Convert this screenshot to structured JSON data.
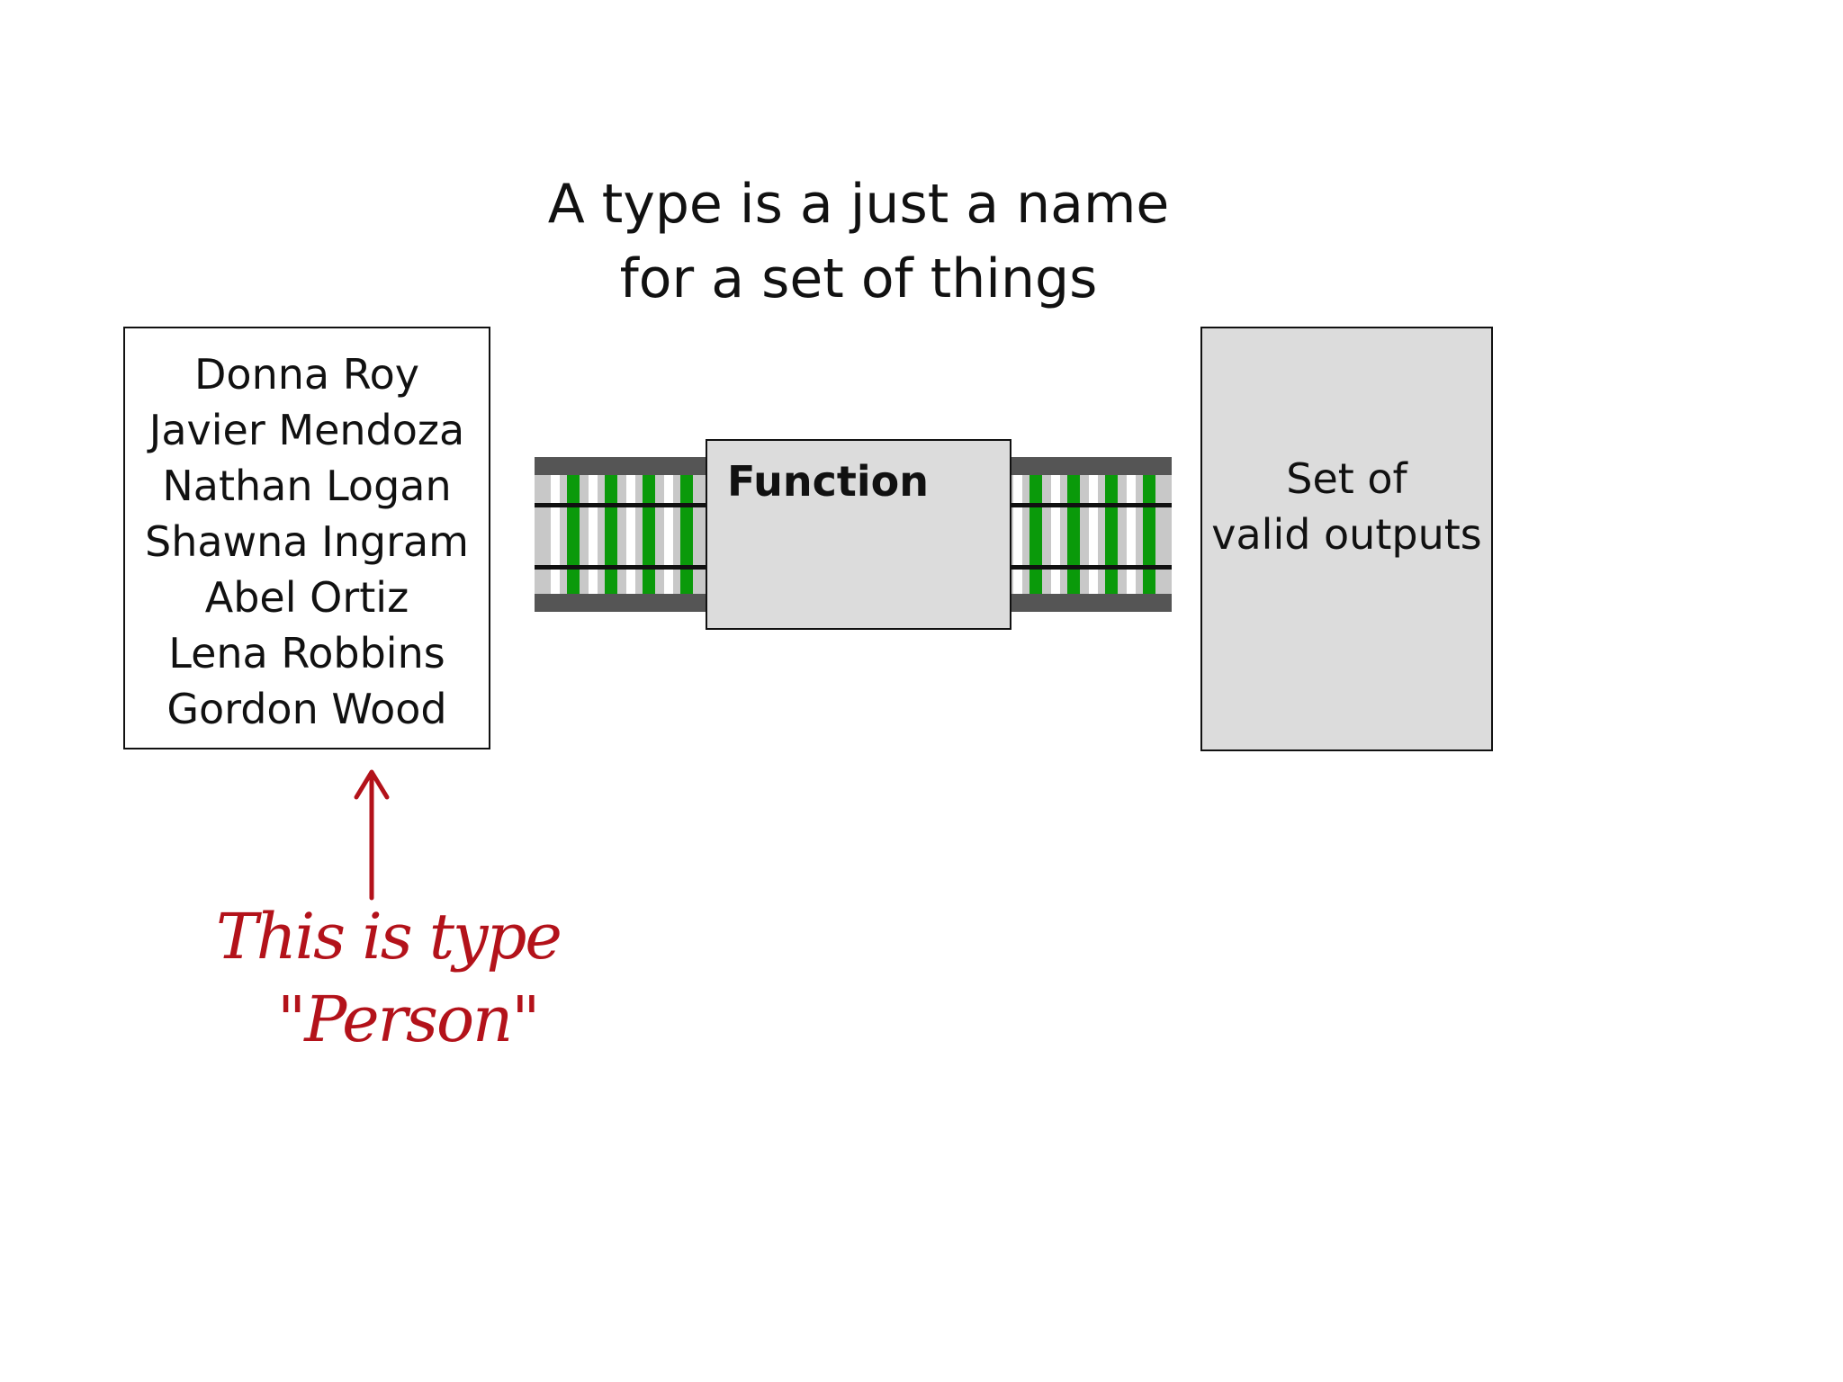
{
  "title": {
    "line1": "A type is a just a name",
    "line2": "for a set of things"
  },
  "input_set": {
    "members": [
      "Donna Roy",
      "Javier Mendoza",
      "Nathan Logan",
      "Shawna Ingram",
      "Abel Ortiz",
      "Lena Robbins",
      "Gordon Wood"
    ]
  },
  "function": {
    "label": "Function"
  },
  "output_set": {
    "line1": "Set of",
    "line2": "valid outputs"
  },
  "annotation": {
    "line1": "This is type",
    "line2": "\"Person\""
  },
  "colors": {
    "track_rail": "#555555",
    "track_bed": "#c8c8c8",
    "track_sleeper": "#0a9a0a",
    "box_fill": "#dcdcdc",
    "annotation": "#b3121a"
  }
}
